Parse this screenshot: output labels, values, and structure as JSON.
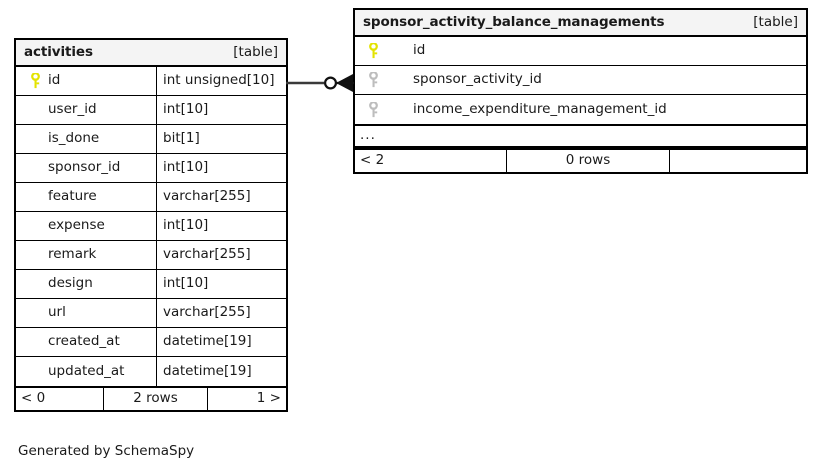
{
  "diagram": {
    "type": "entity-relationship-diagram",
    "generator_note": "Generated by SchemaSpy",
    "table_tag": "[table]",
    "colors": {
      "primary_key": "#e8e800",
      "foreign_key": "#bfbfbf",
      "border": "#000000",
      "header_background": "#f4f4f4",
      "background": "#ffffff"
    }
  },
  "tables": [
    {
      "id": "activities",
      "name": "activities",
      "tag": "[table]",
      "columns": [
        {
          "key": "primary",
          "key_icon": "key-icon-primary",
          "name": "id",
          "type": "int unsigned[10]"
        },
        {
          "key": "none",
          "key_icon": "",
          "name": "user_id",
          "type": "int[10]"
        },
        {
          "key": "none",
          "key_icon": "",
          "name": "is_done",
          "type": "bit[1]"
        },
        {
          "key": "none",
          "key_icon": "",
          "name": "sponsor_id",
          "type": "int[10]"
        },
        {
          "key": "none",
          "key_icon": "",
          "name": "feature",
          "type": "varchar[255]"
        },
        {
          "key": "none",
          "key_icon": "",
          "name": "expense",
          "type": "int[10]"
        },
        {
          "key": "none",
          "key_icon": "",
          "name": "remark",
          "type": "varchar[255]"
        },
        {
          "key": "none",
          "key_icon": "",
          "name": "design",
          "type": "int[10]"
        },
        {
          "key": "none",
          "key_icon": "",
          "name": "url",
          "type": "varchar[255]"
        },
        {
          "key": "none",
          "key_icon": "",
          "name": "created_at",
          "type": "datetime[19]"
        },
        {
          "key": "none",
          "key_icon": "",
          "name": "updated_at",
          "type": "datetime[19]"
        }
      ],
      "has_ellipsis_row": false,
      "ellipsis": "",
      "footer": {
        "prev": "< 0",
        "count": "2 rows",
        "next": "1 >"
      }
    },
    {
      "id": "sponsor_activity_balance_managements",
      "name": "sponsor_activity_balance_managements",
      "tag": "[table]",
      "columns": [
        {
          "key": "primary",
          "key_icon": "key-icon-primary",
          "name": "id",
          "type": ""
        },
        {
          "key": "foreign",
          "key_icon": "key-icon-foreign",
          "name": "sponsor_activity_id",
          "type": ""
        },
        {
          "key": "foreign",
          "key_icon": "key-icon-foreign",
          "name": "income_expenditure_management_id",
          "type": ""
        }
      ],
      "has_ellipsis_row": true,
      "ellipsis": "...",
      "footer": {
        "prev": "< 2",
        "count": "0 rows",
        "next": ""
      }
    }
  ],
  "relationships": [
    {
      "id": "activities-to-sabm",
      "from_table": "activities",
      "from_column": "id",
      "to_table": "sponsor_activity_balance_managements",
      "to_column": "sponsor_activity_id",
      "from_notation": "one",
      "to_notation": "zero-or-many",
      "icon": "crows-foot-zero-or-many-icon"
    }
  ],
  "footer_text": "Generated by SchemaSpy"
}
